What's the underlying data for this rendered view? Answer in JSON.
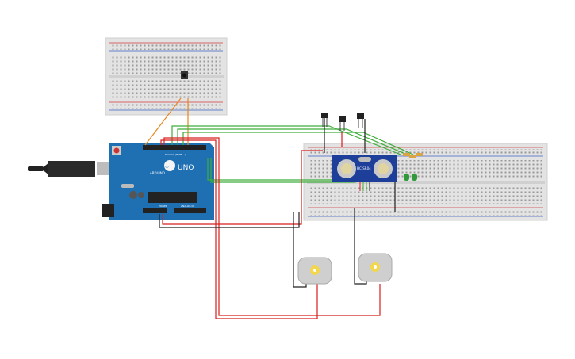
{
  "canvas": {
    "background": "#ffffff"
  },
  "colors": {
    "breadboard": "#e3e3e3",
    "breadboard_hole": "#9a9a9a",
    "rail_red": "#d13b3b",
    "rail_blue": "#3b62c4",
    "arduino": "#1f6fb3",
    "wire_red": "#d81e1e",
    "wire_black": "#222222",
    "wire_green": "#3fae3a",
    "wire_orange": "#e8871e",
    "sensor": "#1d3f99",
    "motor": "#cfcfcf",
    "led": "#2e9a3a"
  },
  "arduino": {
    "brand": "UNO",
    "maker": "ARDUINO",
    "digital_label": "DIGITAL (PWM ~)",
    "power_label": "POWER",
    "analog_label": "ANALOG IN"
  },
  "sensor": {
    "model": "HC-SR04"
  },
  "icons": {
    "usb": "usb-cable-icon",
    "pushbutton": "pushbutton-icon",
    "transistor": "transistor-icon",
    "resistor": "resistor-icon",
    "led": "led-icon",
    "motor": "dc-motor-icon",
    "sensor": "ultrasonic-sensor-icon"
  },
  "components": {
    "small_breadboard": 1,
    "large_breadboard": 1,
    "transistors": 3,
    "resistors": 3,
    "leds": 2,
    "motors": 2
  }
}
